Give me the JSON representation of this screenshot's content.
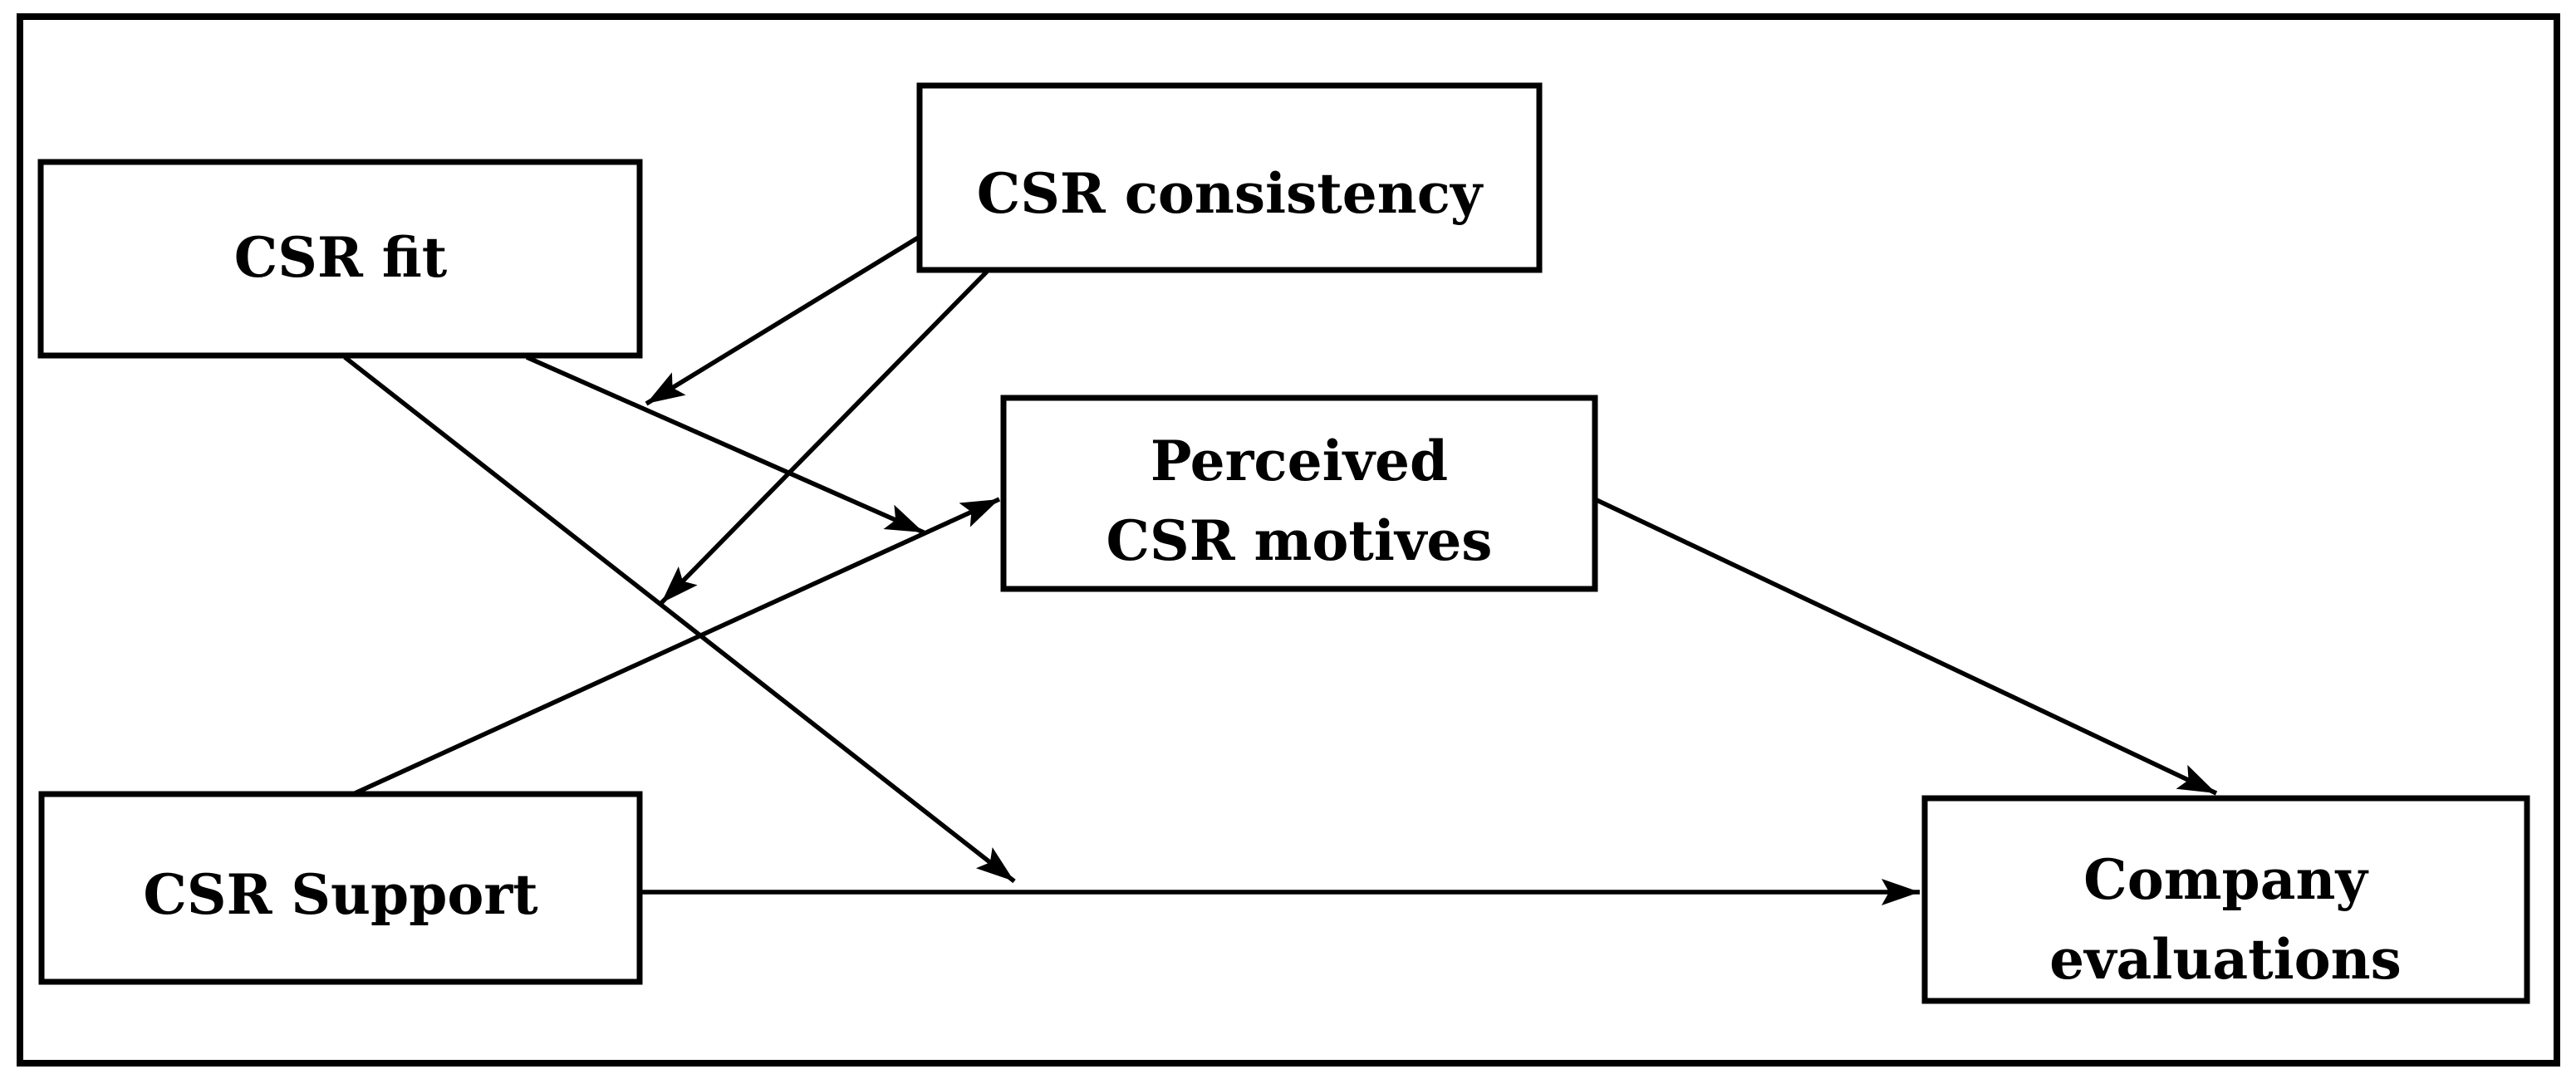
{
  "figure": {
    "type": "conceptual-path-model",
    "background": "#ffffff",
    "ink_color": "#000000",
    "nodes": {
      "csr_fit": {
        "label": "CSR fit"
      },
      "csr_consistency": {
        "label": "CSR consistency"
      },
      "perceived_csr_motives": {
        "line1": "Perceived",
        "line2": "CSR motives"
      },
      "csr_support": {
        "label": "CSR Support"
      },
      "company_evaluations": {
        "line1": "Company",
        "line2": "evaluations"
      }
    },
    "edges": [
      {
        "from": "CSR Support",
        "to": "Perceived CSR motives",
        "style": "direct-arrow"
      },
      {
        "from": "CSR Support",
        "to": "Company evaluations",
        "style": "direct-arrow"
      },
      {
        "from": "Perceived CSR motives",
        "to": "Company evaluations",
        "style": "direct-arrow"
      },
      {
        "from": "CSR fit",
        "to": "CSR Support to Perceived CSR motives path",
        "style": "moderation-arrow-onto-path"
      },
      {
        "from": "CSR fit",
        "to": "CSR Support to Company evaluations path",
        "style": "moderation-arrow-onto-path"
      },
      {
        "from": "CSR consistency",
        "to": "upper CSR fit moderation arrow",
        "style": "moderation-arrow-onto-path"
      },
      {
        "from": "CSR consistency",
        "to": "lower CSR fit moderation arrow",
        "style": "moderation-arrow-onto-path"
      }
    ]
  }
}
